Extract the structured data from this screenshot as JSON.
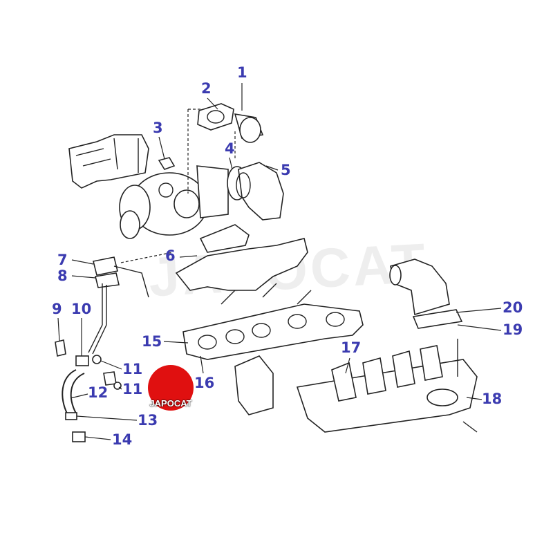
{
  "watermark": "JAPOCAT",
  "logo": {
    "text": "JAPOCAT",
    "color": "#e01010"
  },
  "label_color": "#3b3bb0",
  "callouts": [
    {
      "id": "c1",
      "number": "1"
    },
    {
      "id": "c2",
      "number": "2"
    },
    {
      "id": "c3",
      "number": "3"
    },
    {
      "id": "c4",
      "number": "4"
    },
    {
      "id": "c5",
      "number": "5"
    },
    {
      "id": "c6",
      "number": "6"
    },
    {
      "id": "c7",
      "number": "7"
    },
    {
      "id": "c8",
      "number": "8"
    },
    {
      "id": "c9",
      "number": "9"
    },
    {
      "id": "c10",
      "number": "10"
    },
    {
      "id": "c11a",
      "number": "11"
    },
    {
      "id": "c11b",
      "number": "11"
    },
    {
      "id": "c12",
      "number": "12"
    },
    {
      "id": "c13",
      "number": "13"
    },
    {
      "id": "c14",
      "number": "14"
    },
    {
      "id": "c15",
      "number": "15"
    },
    {
      "id": "c16",
      "number": "16"
    },
    {
      "id": "c17",
      "number": "17"
    },
    {
      "id": "c18",
      "number": "18"
    },
    {
      "id": "c19",
      "number": "19"
    },
    {
      "id": "c20",
      "number": "20"
    }
  ]
}
